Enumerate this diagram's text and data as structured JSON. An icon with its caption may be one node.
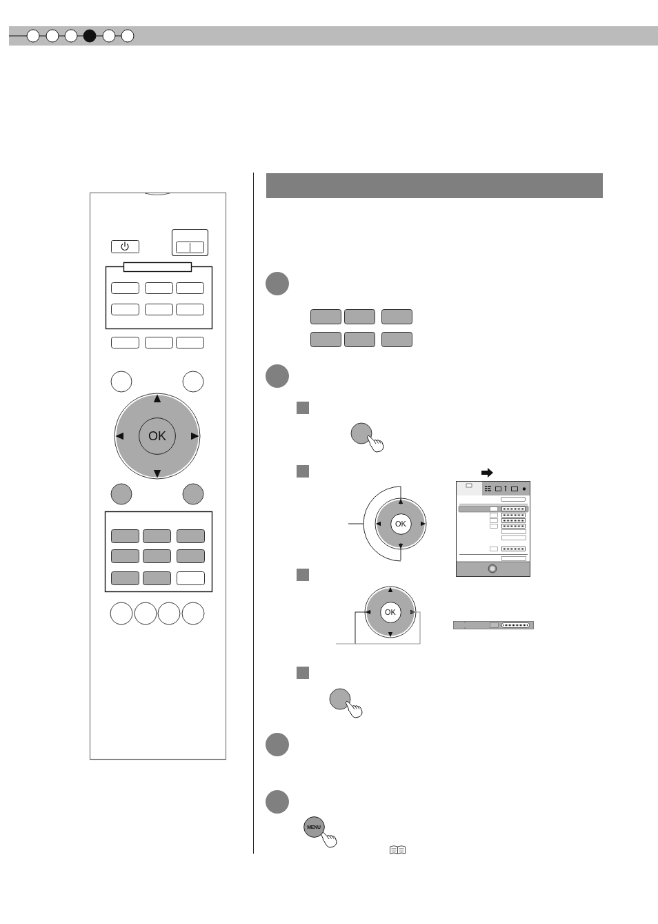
{
  "diagram": {
    "nodes": [
      {
        "text": [
          "OK"
        ]
      },
      {
        "text": [
          "OK"
        ]
      },
      {
        "text": [
          "OK"
        ]
      },
      {
        "text": [
          "MENU"
        ]
      }
    ]
  }
}
